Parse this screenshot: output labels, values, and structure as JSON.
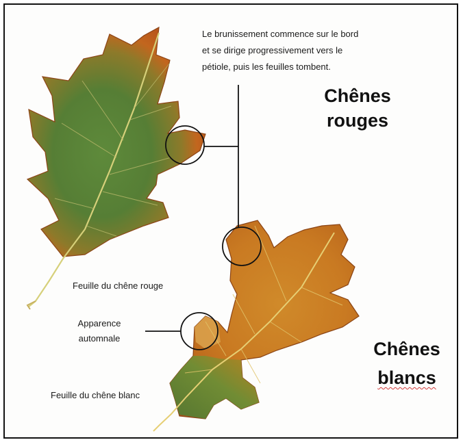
{
  "annotation": {
    "note_line1": "Le brunissement commence sur le bord",
    "note_line2": "et se dirige progressivement vers le",
    "note_line3": "pétiole, puis les feuilles tombent."
  },
  "titles": {
    "red_line1": "Chênes",
    "red_line2": "rouges",
    "white_line1": "Chênes",
    "white_line2": "blancs"
  },
  "captions": {
    "red_leaf": "Feuille du chêne rouge",
    "autumn_line1": "Apparence",
    "autumn_line2": "automnale",
    "white_leaf": "Feuille du chêne blanc"
  },
  "colors": {
    "leaf_green": "#4f7a33",
    "leaf_orange": "#c8661c",
    "leaf_brown": "#a9551a",
    "callout_line": "#111111",
    "spellcheck_underline": "#d23a3a"
  }
}
